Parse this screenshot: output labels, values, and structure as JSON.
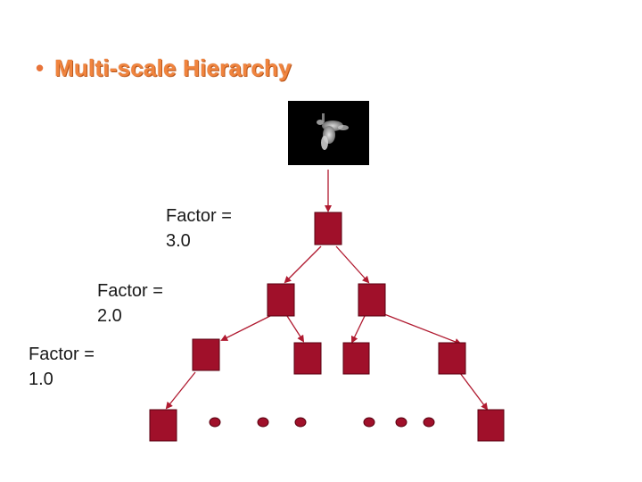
{
  "slide": {
    "bullet": "•",
    "title": "Multi-scale Hierarchy"
  },
  "levels": [
    {
      "label": "Factor =\n3.0"
    },
    {
      "label": "Factor =\n2.0"
    },
    {
      "label": "Factor =\n1.0"
    }
  ],
  "image": {
    "icon": "hummingbird-thumbnail"
  },
  "colors": {
    "title": "#f0843e",
    "node_fill": "#a0102a",
    "edge": "#b01a30"
  }
}
